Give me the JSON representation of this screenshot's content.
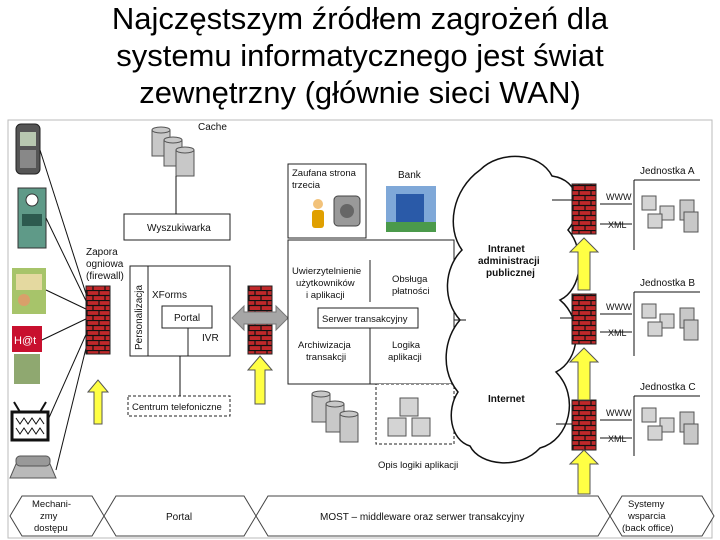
{
  "title": {
    "line1": "Najczęstszym źródłem zagrożeń dla",
    "line2": "systemu informatycznego jest świat",
    "line3": "zewnętrzny (głównie sieci WAN)"
  },
  "diagram": {
    "cache": "Cache",
    "search": "Wyszukiwarka",
    "firewall": [
      "Zapora",
      "ogniowa",
      "(firewall)"
    ],
    "personalization": "Personalizacja",
    "xforms": "XForms",
    "portal_box": "Portal",
    "ivr": "IVR",
    "call_center": "Centrum telefoniczne",
    "trusted_party": [
      "Zaufana strona",
      "trzecia"
    ],
    "bank": "Bank",
    "auth": [
      "Uwierzytelnienie",
      "użytkowników",
      "i aplikacji"
    ],
    "payments": [
      "Obsługa",
      "płatności"
    ],
    "tx_server": "Serwer transakcyjny",
    "archiving": [
      "Archiwizacja",
      "transakcji"
    ],
    "logic": [
      "Logika",
      "aplikacji"
    ],
    "logic_desc": "Opis logiki aplikacji",
    "intranet": [
      "Intranet",
      "administracji",
      "publicznej"
    ],
    "internet": "Internet",
    "unit_a": "Jednostka A",
    "unit_b": "Jednostka B",
    "unit_c": "Jednostka C",
    "www": "WWW",
    "xml": "XML",
    "bottom_access": [
      "Mechani-",
      "zmy",
      "dostępu"
    ],
    "bottom_portal": "Portal",
    "bottom_most": "MOST – middleware oraz serwer transakcyjny",
    "bottom_backoffice": [
      "Systemy",
      "wsparcia",
      "(back office)"
    ]
  },
  "colors": {
    "brick": "#c0282a",
    "mortar": "#111111",
    "arrow_fill": "#ffff44",
    "double_arrow": "#a6a6a6",
    "server": "#c8c8c8"
  },
  "icons": [
    "mobile-phone-icon",
    "atm-icon",
    "kiosk-icon",
    "web-cafe-icon",
    "tv-icon",
    "telephone-icon"
  ]
}
